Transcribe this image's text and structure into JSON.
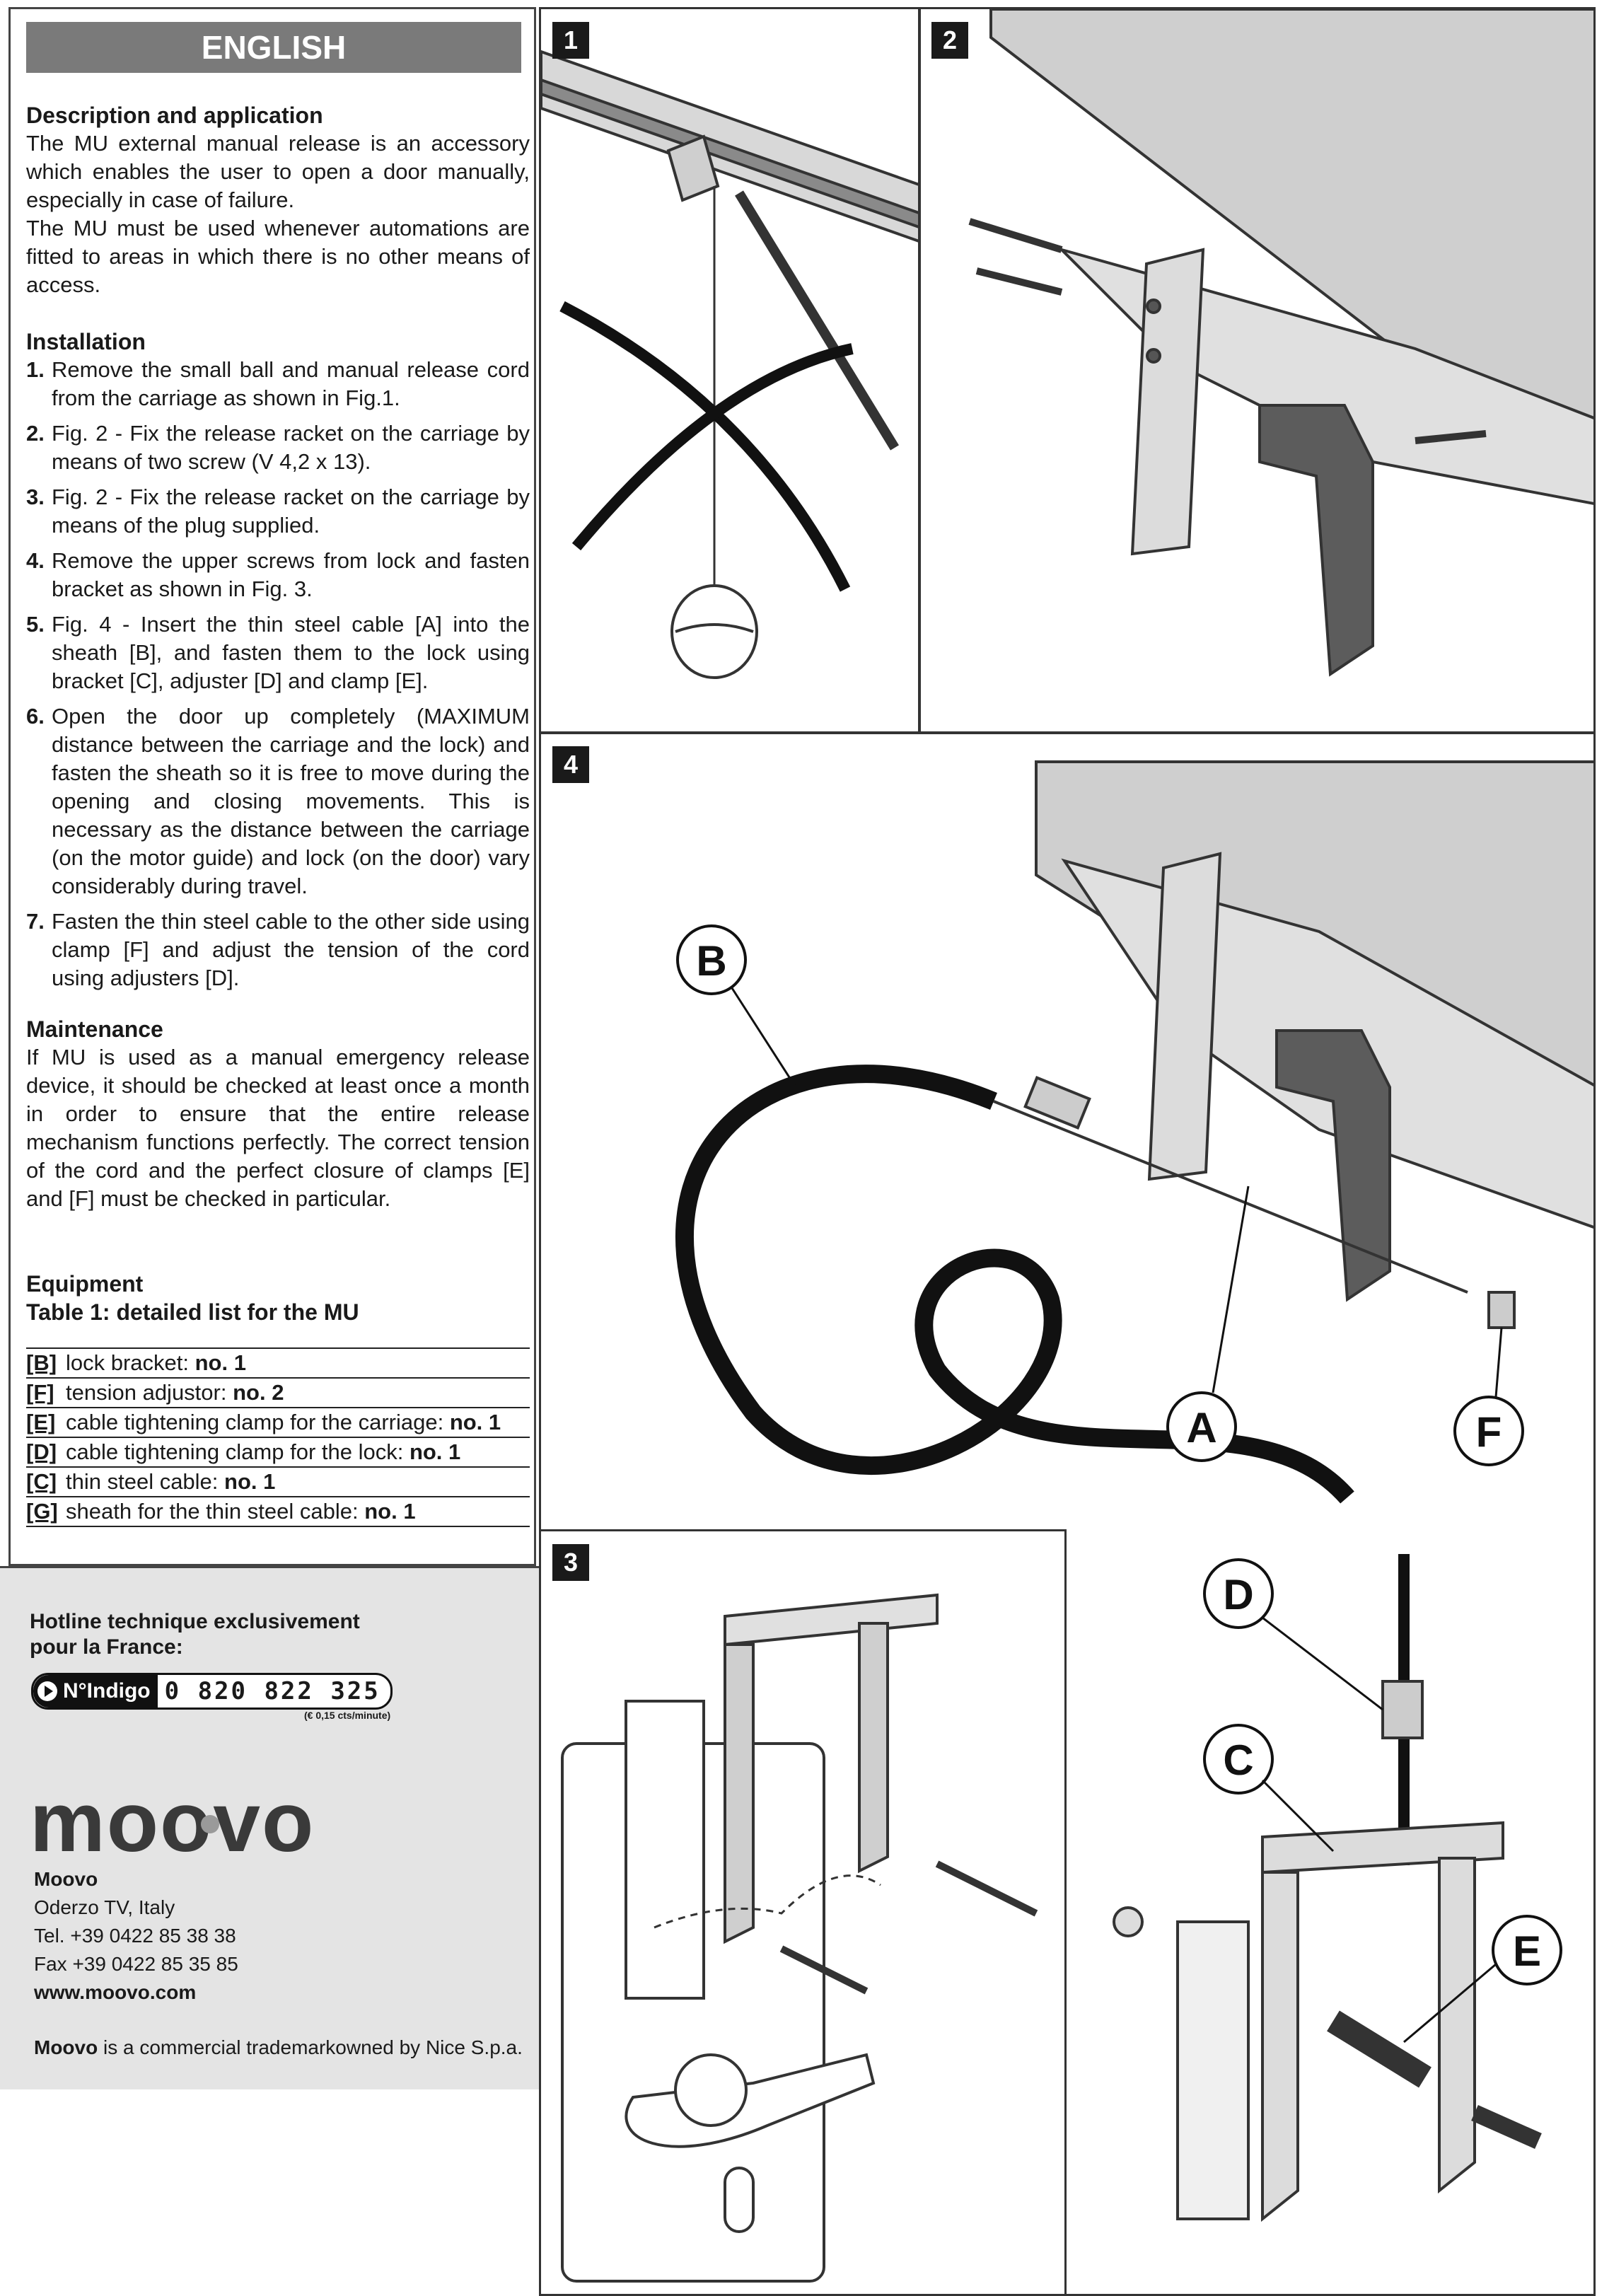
{
  "language_header": "ENGLISH",
  "sections": {
    "description_title": "Description and application",
    "description_p1": "The MU external manual release is an accessory which enables the user to open a door manually, especially in case of failure.",
    "description_p2": "The MU must be used whenever automations are fitted to areas in which there is no other means of access.",
    "installation_title": "Installation",
    "steps": [
      {
        "num": "1.",
        "text": "Remove the small ball and manual release cord from the carriage as shown in Fig.1."
      },
      {
        "num": "2.",
        "text": "Fig. 2 - Fix the release racket on the carriage by means of two screw (V 4,2 x 13)."
      },
      {
        "num": "3.",
        "text": "Fig. 2 - Fix the release racket on the carriage by means of the plug supplied."
      },
      {
        "num": "4.",
        "text": "Remove the upper screws from lock and fasten bracket as shown in Fig. 3."
      },
      {
        "num": "5.",
        "text": "Fig. 4 - Insert the thin steel cable [A] into the sheath [B], and fasten them to the lock using bracket [C], adjuster [D] and clamp [E]."
      },
      {
        "num": "6.",
        "text": "Open the door up completely (MAXIMUM distance between the carriage and the lock) and fasten the sheath so it is free to move during the opening and closing movements. This is necessary as the distance between the carriage (on the motor guide) and lock (on the door) vary considerably during travel."
      },
      {
        "num": "7.",
        "text": "Fasten the thin steel cable to the other side using clamp [F] and adjust the tension of the cord using adjusters [D]."
      }
    ],
    "maintenance_title": "Maintenance",
    "maintenance_text": "If MU is used as a manual emergency release device, it should be checked at least once a month in order to ensure that the entire release mechanism functions perfectly. The correct tension of the cord and the perfect closure of clamps [E] and [F] must be checked in particular.",
    "equipment_title": "Equipment",
    "table_title": "Table 1: detailed list for the MU",
    "equipment": [
      {
        "code": "[B]",
        "label": "lock bracket: ",
        "qty": "no. 1"
      },
      {
        "code": "[F]",
        "label": "tension adjustor: ",
        "qty": "no. 2"
      },
      {
        "code": "[E]",
        "label": "cable tightening clamp for the carriage: ",
        "qty": "no. 1"
      },
      {
        "code": "[D]",
        "label": "cable tightening clamp for the lock: ",
        "qty": "no. 1"
      },
      {
        "code": "[C]",
        "label": "thin steel cable: ",
        "qty": "no. 1"
      },
      {
        "code": "[G]",
        "label": "sheath for the thin steel cable: ",
        "qty": "no. 1"
      }
    ]
  },
  "footer": {
    "hotline_line1": "Hotline technique exclusivement",
    "hotline_line2": "pour la France:",
    "indigo_label": "N°Indigo",
    "indigo_number": "0 820 822 325",
    "indigo_price": "(€ 0,15 cts/minute)",
    "logo_text": "moovo",
    "company_name": "Moovo",
    "company_city": "Oderzo TV, Italy",
    "company_tel": "Tel. +39 0422 85 38 38",
    "company_fax": "Fax +39 0422 85 35 85",
    "company_web": "www.moovo.com",
    "trademark_brand": "Moovo",
    "trademark_text": " is a commercial trademarkowned by Nice S.p.a."
  },
  "figures": {
    "fig1": "1",
    "fig2": "2",
    "fig3": "3",
    "fig4": "4",
    "labels": {
      "A": "A",
      "B": "B",
      "C": "C",
      "D": "D",
      "E": "E",
      "F": "F"
    }
  },
  "colors": {
    "header_bg": "#7a7a7a",
    "footer_bg": "#e4e4e4",
    "metal": "#d2d2d2",
    "dark_part": "#5c5c5c"
  }
}
